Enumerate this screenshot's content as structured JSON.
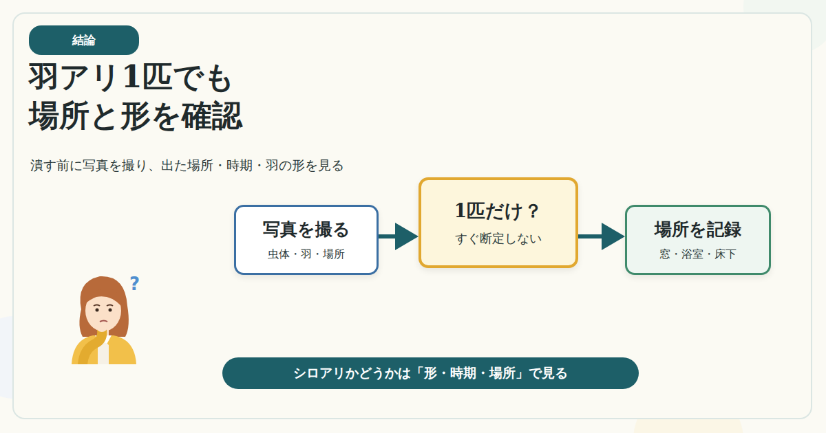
{
  "diagram": {
    "title": "羽アリ1匹でも 場所と形を確認",
    "caption": "潰す前に写真を撮り、出た場所・時期・羽の形を見る",
    "nodes": [
      {
        "text": [
          "結論"
        ]
      },
      {
        "text": [
          "写真を撮る",
          "虫体・羽・場所"
        ]
      },
      {
        "text": [
          "1匹だけ？",
          "すぐ断定しない"
        ]
      },
      {
        "text": [
          "場所を記録",
          "窓・浴室・床下"
        ]
      },
      {
        "text": [
          "シロアリかどうかは「形・時期・場所」で見る"
        ]
      }
    ],
    "edges": [
      {
        "from": 1,
        "to": 2,
        "arrow": "to"
      },
      {
        "from": 2,
        "to": 3,
        "arrow": "to"
      }
    ],
    "labels": [
      "?"
    ]
  }
}
